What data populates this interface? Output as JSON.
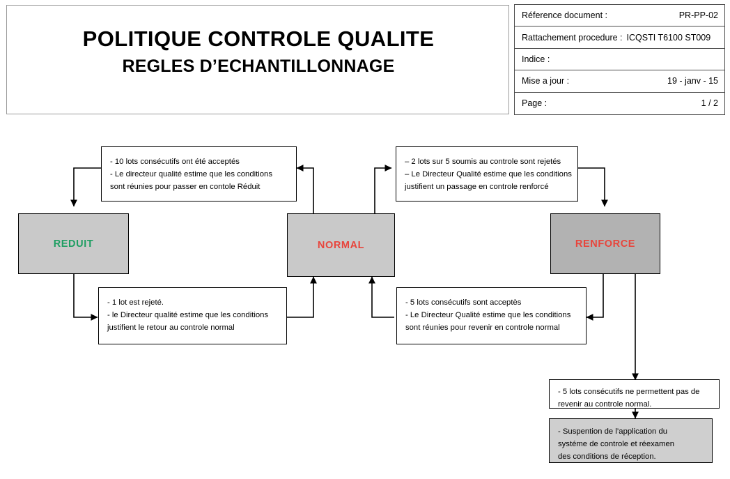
{
  "header": {
    "title": "POLITIQUE CONTROLE QUALITE",
    "subtitle": "REGLES D’ECHANTILLONNAGE",
    "meta": [
      {
        "label": "Réference document :",
        "value": "PR-PP-02"
      },
      {
        "label": "Rattachement procedure :",
        "value": "ICQSTI T6100 ST009"
      },
      {
        "label": "Indice :",
        "value": ""
      },
      {
        "label": "Mise a jour :",
        "value": "19 - janv - 15"
      },
      {
        "label": "Page :",
        "value": "1 / 2"
      }
    ]
  },
  "diagram": {
    "states": [
      {
        "id": "reduit",
        "label": "REDUIT",
        "text_color": "#1e9e62",
        "fill": "#c9c9c9"
      },
      {
        "id": "normal",
        "label": "NORMAL",
        "text_color": "#e8453c",
        "fill": "#c9c9c9"
      },
      {
        "id": "renforce",
        "label": "RENFORCE",
        "text_color": "#e8453c",
        "fill": "#b2b2b2"
      }
    ],
    "notes": {
      "to_reduit": [
        "- 10 lots consécutifs ont été acceptés",
        "- Le directeur qualité estime que les conditions",
        "sont  réunies pour passer en contole Réduit"
      ],
      "to_renforce": [
        "– 2 lots sur 5 soumis au controle sont rejetés",
        "– Le Directeur Qualité estime que les conditions",
        "justifient un passage en controle renforcé"
      ],
      "reduit_to_normal": [
        "- 1 lot est rejeté.",
        "- le Directeur qualité estime que les conditions",
        "justifient le retour au controle normal"
      ],
      "renforce_to_normal": [
        "- 5 lots consécutifs sont acceptès",
        "- Le Directeur Qualité estime que les conditions",
        "sont réunies pour revenir en controle normal"
      ],
      "no_return": [
        "- 5 lots consécutifs ne permettent pas de",
        " revenir au controle normal."
      ],
      "suspension": [
        "- Suspention de l’application du",
        "systéme de controle et réexamen",
        "des conditions de réception."
      ]
    }
  }
}
